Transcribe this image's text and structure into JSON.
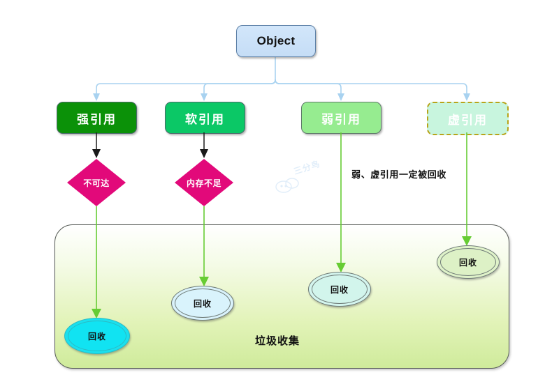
{
  "diagram": {
    "root": {
      "label": "Object"
    },
    "references": [
      {
        "id": "strong",
        "label": "强引用",
        "color": "#0b9108",
        "style": "solid"
      },
      {
        "id": "soft",
        "label": "软引用",
        "color": "#0bc866",
        "style": "solid"
      },
      {
        "id": "weak",
        "label": "弱引用",
        "color": "#96ec90",
        "style": "solid"
      },
      {
        "id": "phantom",
        "label": "虚引用",
        "color": "#c8f5de",
        "style": "dashed"
      }
    ],
    "conditions": [
      {
        "id": "unreachable",
        "label": "不可达",
        "color": "#e2097a"
      },
      {
        "id": "out-of-memory",
        "label": "内存不足",
        "color": "#e2097a"
      }
    ],
    "note": "弱、虚引用一定被回收",
    "gc": {
      "label": "垃圾收集",
      "nodes": [
        {
          "id": "recycle-1",
          "label": "回收",
          "color": "#11e3f2"
        },
        {
          "id": "recycle-2",
          "label": "回收",
          "color": "#d9f3fc"
        },
        {
          "id": "recycle-3",
          "label": "回收",
          "color": "#d2f5ec"
        },
        {
          "id": "recycle-4",
          "label": "回收",
          "color": "#ddf1c6"
        }
      ]
    },
    "watermark": {
      "text": "三分鸟"
    },
    "colors": {
      "root_fill": "#cfe4f8",
      "connector": "#a8d2f0",
      "green_arrow": "#66cc33",
      "black_arrow": "#1a1a1a",
      "gc_border": "#555a55",
      "phantom_border": "#b8a41a"
    }
  }
}
